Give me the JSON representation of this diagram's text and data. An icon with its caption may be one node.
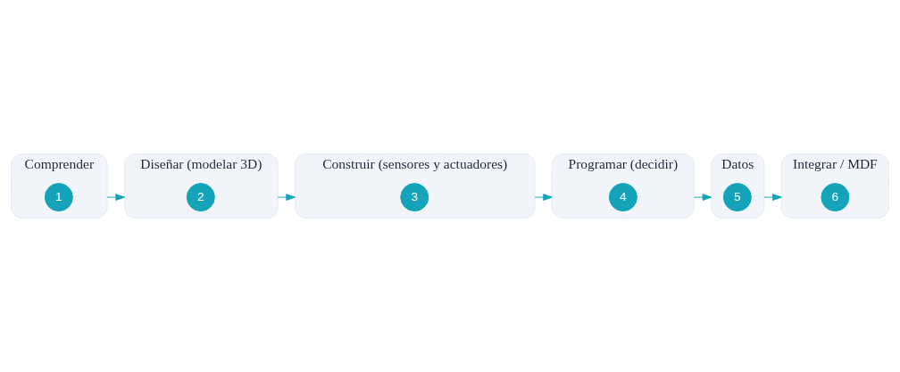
{
  "diagram": {
    "nodes": [
      {
        "text": [
          "Comprender"
        ]
      },
      {
        "text": [
          "1"
        ],
        "in": 0
      },
      {
        "text": [
          "Diseñar (modelar 3D)"
        ]
      },
      {
        "text": [
          "2"
        ],
        "in": 2
      },
      {
        "text": [
          "Construir (sensores y actuadores)"
        ]
      },
      {
        "text": [
          "3"
        ],
        "in": 4
      },
      {
        "text": [
          "Programar (decidir)"
        ]
      },
      {
        "text": [
          "4"
        ],
        "in": 6
      },
      {
        "text": [
          "Datos"
        ]
      },
      {
        "text": [
          "5"
        ],
        "in": 8
      },
      {
        "text": [
          "Integrar / MDF"
        ]
      },
      {
        "text": [
          "6"
        ],
        "in": 10
      }
    ],
    "edges": [
      {
        "from": 0,
        "to": 2,
        "arrow": "to"
      },
      {
        "from": 2,
        "to": 4,
        "arrow": "to"
      },
      {
        "from": 4,
        "to": 6,
        "arrow": "to"
      },
      {
        "from": 6,
        "to": 8,
        "arrow": "to"
      },
      {
        "from": 8,
        "to": 10,
        "arrow": "to"
      }
    ]
  }
}
